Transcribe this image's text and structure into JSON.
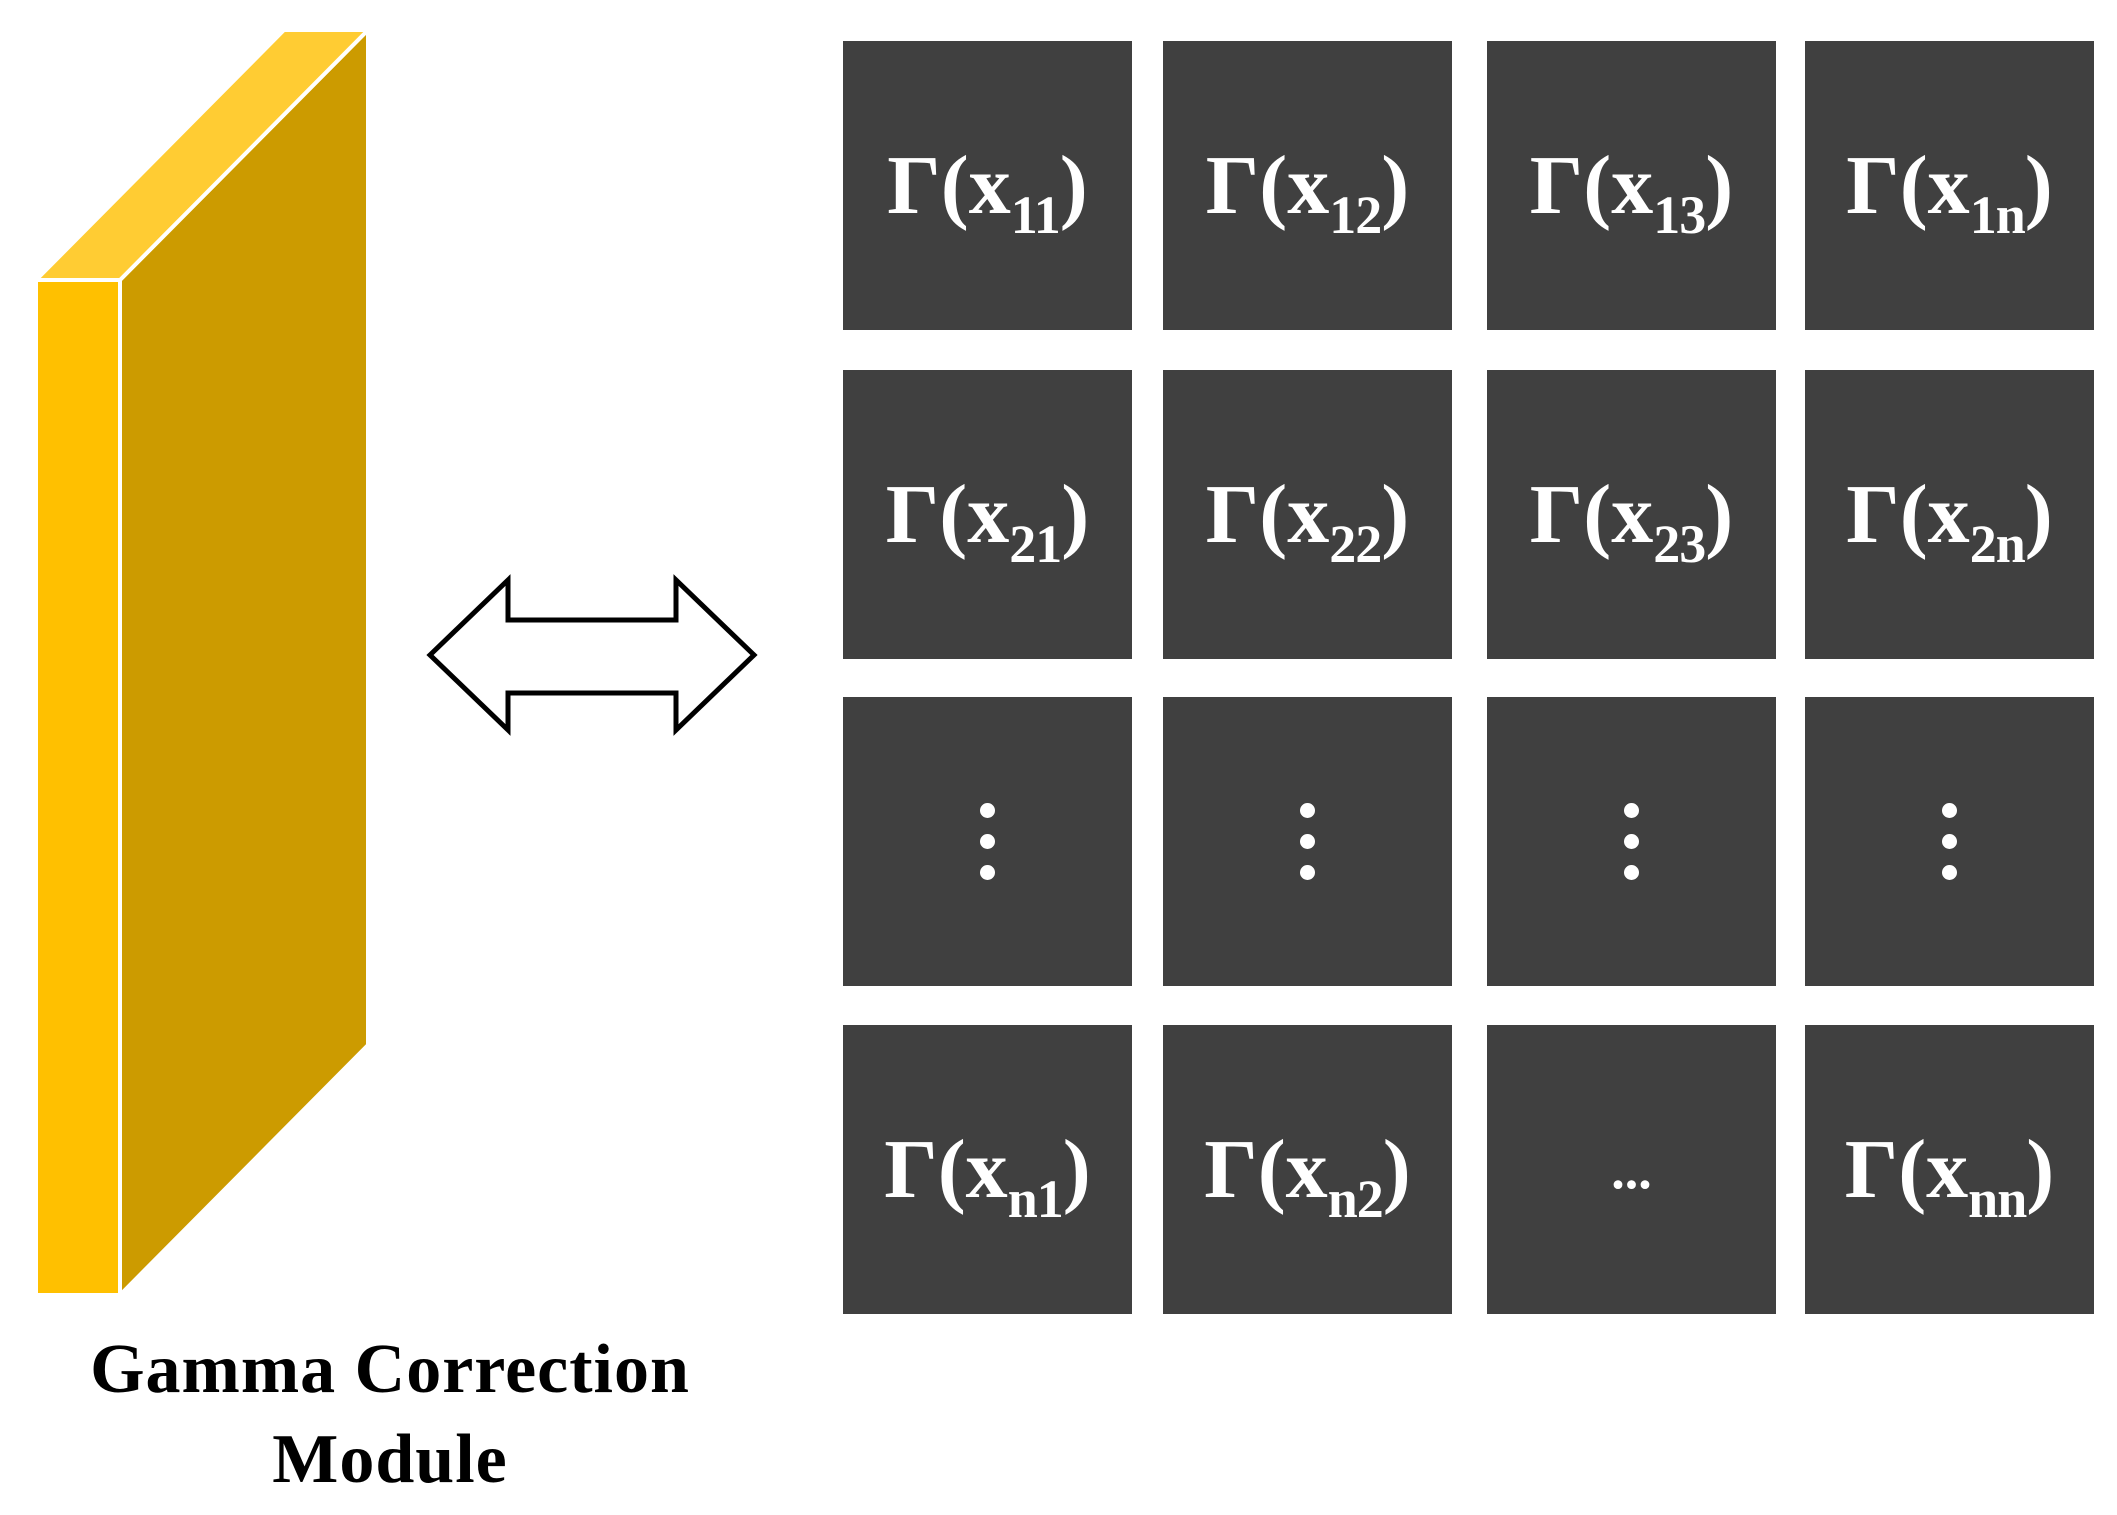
{
  "module": {
    "caption_line_1": "Gamma Correction",
    "caption_line_2": "Module",
    "colors": {
      "front": "#FFC000",
      "top": "#FFCC33",
      "side": "#CC9B00"
    }
  },
  "arrow": {
    "type": "double-headed-outline-arrow"
  },
  "grid": {
    "cell_color": "#404040",
    "text_color": "#FFFFFF",
    "rows": [
      [
        {
          "kind": "formula",
          "prefix": "Γ(x",
          "sub": "11",
          "suffix": ")"
        },
        {
          "kind": "formula",
          "prefix": "Γ(x",
          "sub": "12",
          "suffix": ")"
        },
        {
          "kind": "formula",
          "prefix": "Γ(x",
          "sub": "13",
          "suffix": ")"
        },
        {
          "kind": "formula",
          "prefix": "Γ(x",
          "sub": "1n",
          "suffix": ")"
        }
      ],
      [
        {
          "kind": "formula",
          "prefix": "Γ(x",
          "sub": "21",
          "suffix": ")"
        },
        {
          "kind": "formula",
          "prefix": "Γ(x",
          "sub": "22",
          "suffix": ")"
        },
        {
          "kind": "formula",
          "prefix": "Γ(x",
          "sub": "23",
          "suffix": ")"
        },
        {
          "kind": "formula",
          "prefix": "Γ(x",
          "sub": "2n",
          "suffix": ")"
        }
      ],
      [
        {
          "kind": "vdots"
        },
        {
          "kind": "vdots"
        },
        {
          "kind": "vdots"
        },
        {
          "kind": "vdots"
        }
      ],
      [
        {
          "kind": "formula",
          "prefix": "Γ(x",
          "sub": "n1",
          "suffix": ")"
        },
        {
          "kind": "formula",
          "prefix": "Γ(x",
          "sub": "n2",
          "suffix": ")"
        },
        {
          "kind": "ellipsis",
          "text": "..."
        },
        {
          "kind": "formula",
          "prefix": "Γ(x",
          "sub": "nn",
          "suffix": ")"
        }
      ]
    ]
  }
}
